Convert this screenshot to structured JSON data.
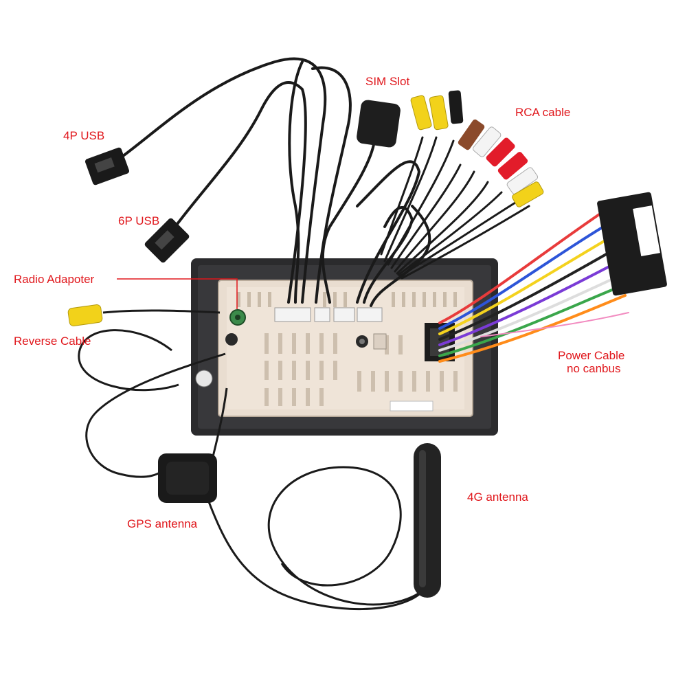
{
  "labels": {
    "usb4p": "4P USB",
    "usb6p": "6P USB",
    "sim_slot": "SIM Slot",
    "rca_cable": "RCA cable",
    "radio_adapter": "Radio Adapoter",
    "reverse_cable": "Reverse Cable",
    "power_cable_line1": "Power Cable",
    "power_cable_line2": "no canbus",
    "gps_antenna": "GPS antenna",
    "antenna_4g": "4G antenna"
  },
  "colors": {
    "label_red": "#e0161b",
    "head_unit_frame": "#2b2b2d",
    "head_unit_panel": "#e9ddd0",
    "cable_black": "#1a1a1a",
    "rca_yellow": "#f2d21a",
    "rca_red": "#e21c2a",
    "rca_white": "#f4f4f4",
    "rca_brown": "#8b4a2b"
  }
}
